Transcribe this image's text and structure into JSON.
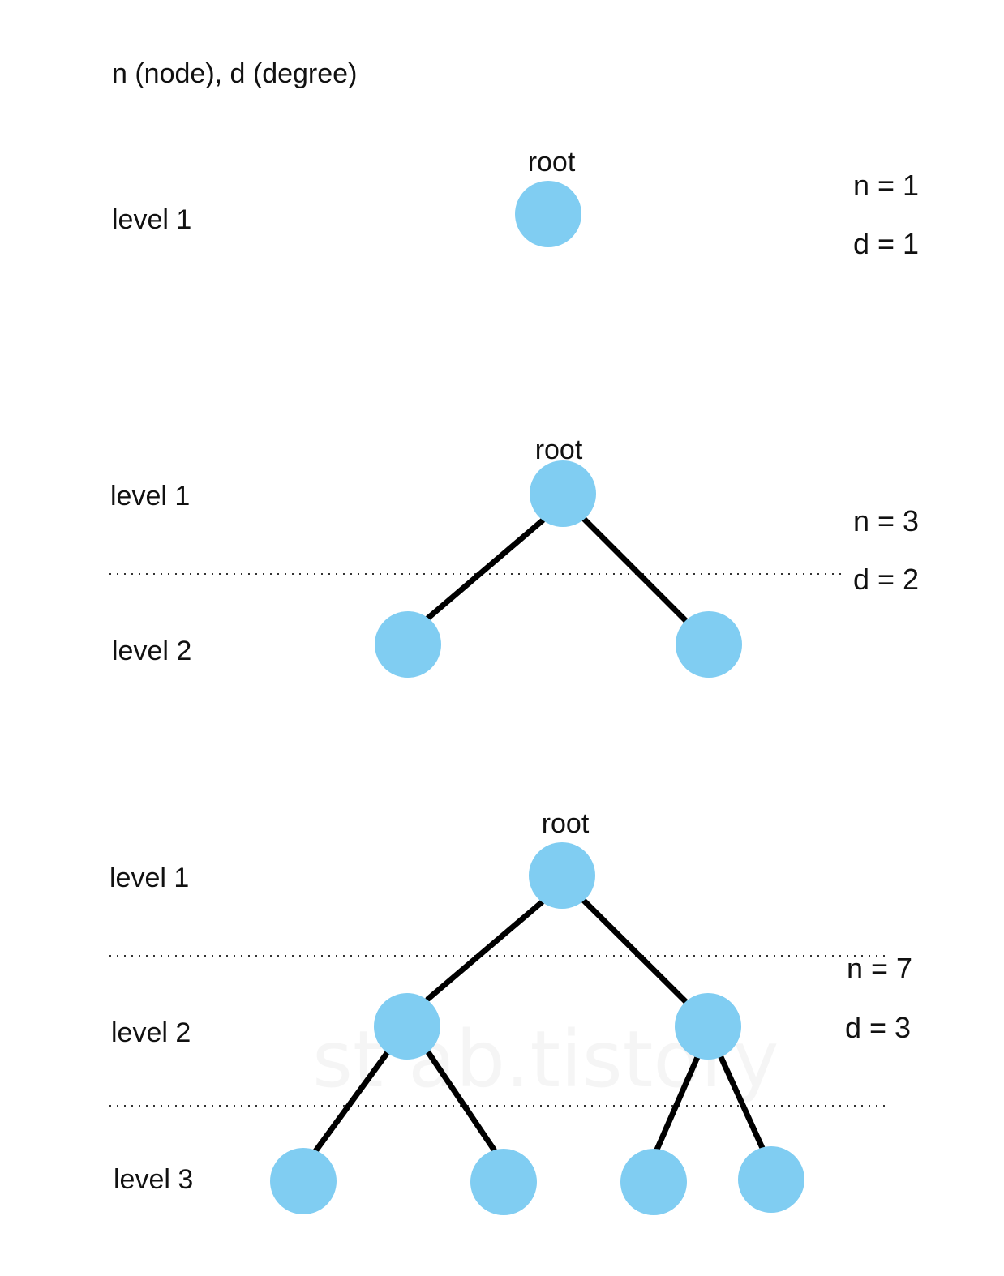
{
  "legend": "n (node), d (degree)",
  "watermark": "st   ab.tistory",
  "colors": {
    "node": "#80cdf2",
    "edge": "#000000",
    "text": "#111111"
  },
  "trees": [
    {
      "root_label": "root",
      "levels": [
        "level 1"
      ],
      "n": "n = 1",
      "d": "d = 1"
    },
    {
      "root_label": "root",
      "levels": [
        "level 1",
        "level 2"
      ],
      "n": "n = 3",
      "d": "d = 2"
    },
    {
      "root_label": "root",
      "levels": [
        "level 1",
        "level 2",
        "level 3"
      ],
      "n": "n = 7",
      "d": "d = 3"
    }
  ]
}
